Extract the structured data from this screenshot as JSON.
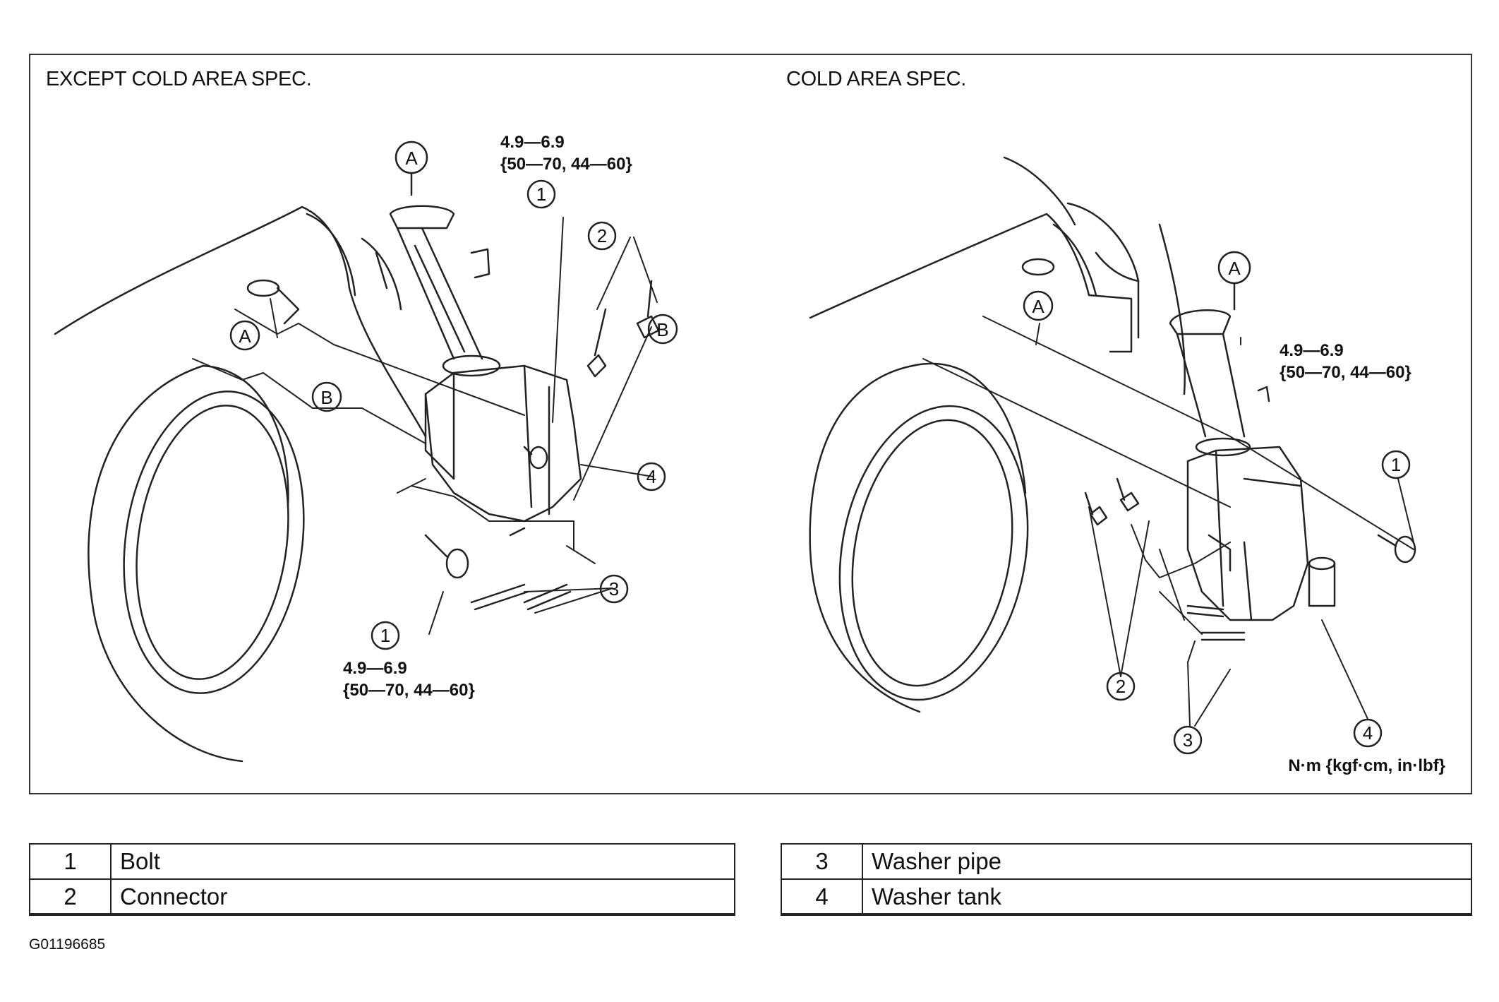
{
  "panels": {
    "left": {
      "title": "EXCEPT COLD AREA SPEC.",
      "torque_top": [
        "4.9—6.9",
        "{50—70, 44—60}"
      ],
      "torque_bottom": [
        "4.9—6.9",
        "{50—70, 44—60}"
      ]
    },
    "right": {
      "title": "COLD AREA SPEC.",
      "torque": [
        "4.9—6.9",
        "{50—70, 44—60}"
      ]
    }
  },
  "callouts": {
    "n1": "1",
    "n2": "2",
    "n3": "3",
    "n4": "4",
    "a": "A",
    "b": "B"
  },
  "units_note": "N·m {kgf·cm, in·lbf}",
  "legend": {
    "left": [
      {
        "num": "1",
        "name": "Bolt"
      },
      {
        "num": "2",
        "name": "Connector"
      }
    ],
    "right": [
      {
        "num": "3",
        "name": "Washer pipe"
      },
      {
        "num": "4",
        "name": "Washer tank"
      }
    ]
  },
  "figure_id": "G01196685"
}
